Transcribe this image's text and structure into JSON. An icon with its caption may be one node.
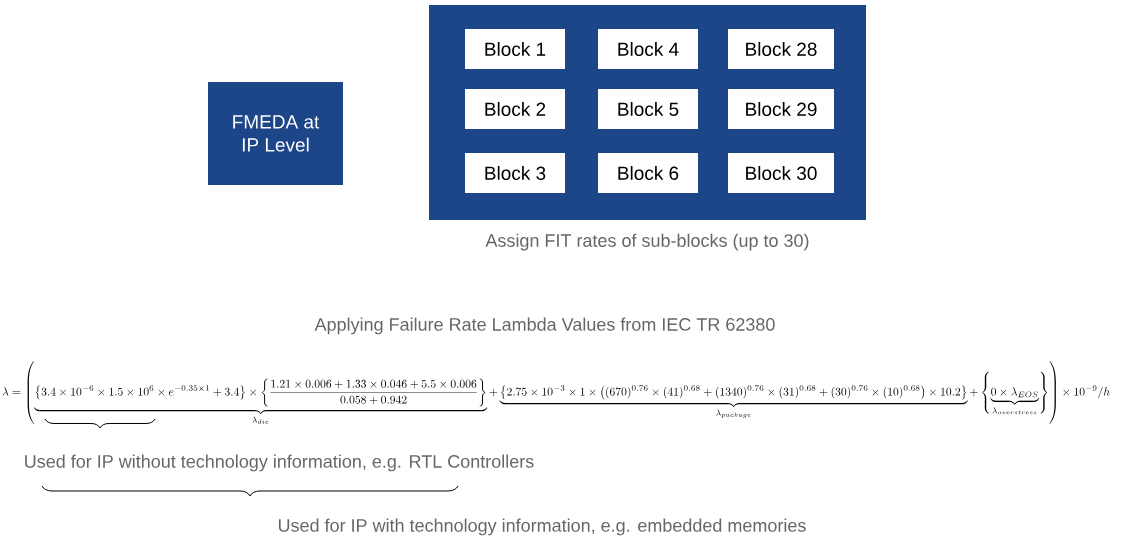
{
  "diagram": {
    "nodes": [
      {
        "text": [
          "FMEDA at IP Level"
        ]
      },
      {
        "text": [],
        "shape": "box",
        "beside": [
          "Assign FIT rates of sub-blocks (up to 30)"
        ]
      },
      {
        "text": [
          "Block 1"
        ],
        "in": 1
      },
      {
        "text": [
          "Block 4"
        ],
        "in": 1
      },
      {
        "text": [
          "Block 28"
        ],
        "in": 1
      },
      {
        "text": [
          "Block 2"
        ],
        "in": 1
      },
      {
        "text": [
          "Block 5"
        ],
        "in": 1
      },
      {
        "text": [
          "Block 29"
        ],
        "in": 1
      },
      {
        "text": [
          "Block 3"
        ],
        "in": 1
      },
      {
        "text": [
          "Block 6"
        ],
        "in": 1
      },
      {
        "text": [
          "Block 30"
        ],
        "in": 1
      }
    ],
    "labels": [
      "Applying Failure Rate Lambda Values from IEC TR 62380",
      "\\lambda=\\left(\\underbrace{\\left\\{3.4\\times10^{-6}\\times1.5\\times10^{6}\\times e^{-0.35\\times1}+3.4\\right\\}\\times\\left\\{\\frac{1.21\\times0.006+1.33\\times0.046+5.5\\times0.006}{0.058+0.942}\\right\\}}_{\\lambda_{die}}+\\underbrace{\\left\\{2.75\\times10^{-3}\\times1\\times\\left((670)^{0.76}\\times(41)^{0.68}+(1340)^{0.76}\\times(31)^{0.68}+(30)^{0.76}\\times(10)^{0.68}\\right)\\times10.2\\right\\}}_{\\lambda_{package}}+\\left\\{\\underbrace{0\\times\\lambda_{EOS}}_{\\lambda_{overstress}}\\right\\}\\right)\\times10^{-9}/h",
      "Used for IP without technology information, e.g. RTL Controllers",
      "Used for IP with technology information, e.g. embedded memories"
    ]
  }
}
